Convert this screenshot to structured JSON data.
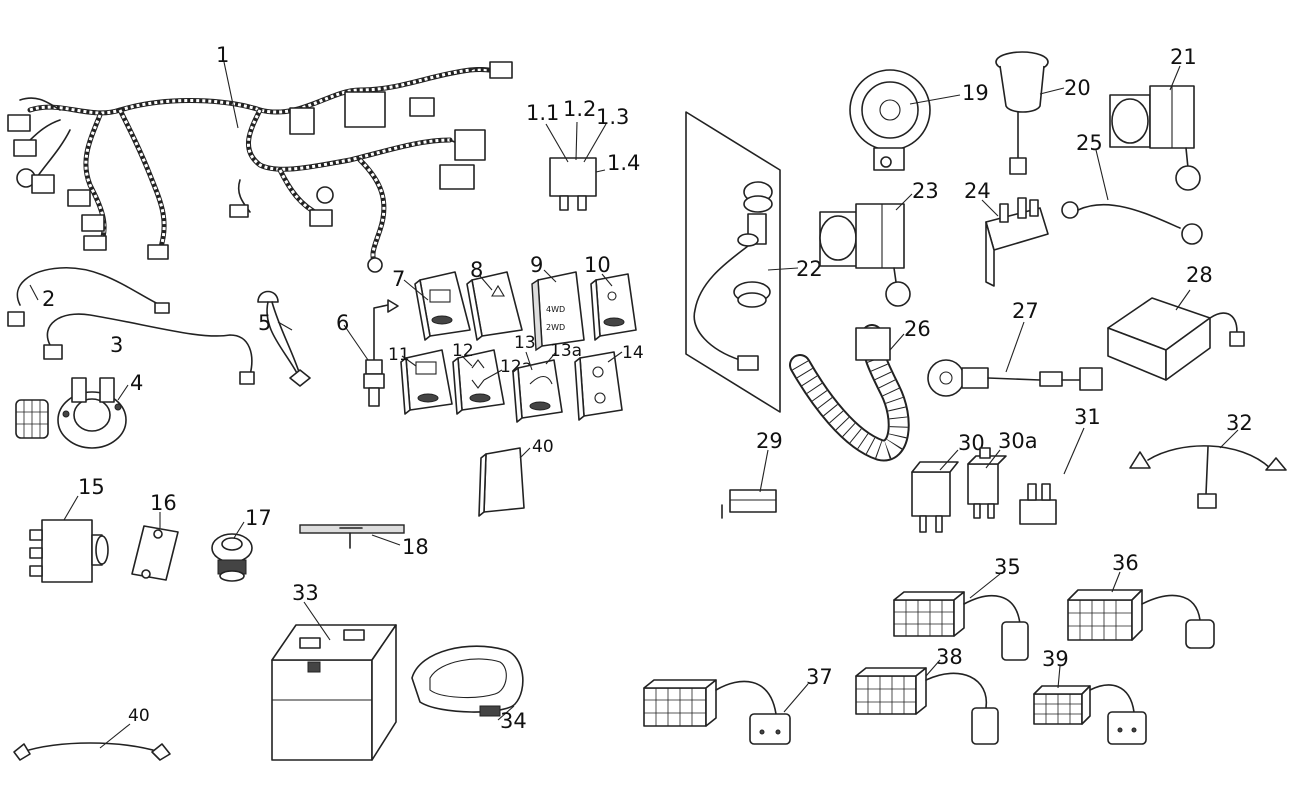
{
  "labels": {
    "p1": "1",
    "p1_1": "1.1",
    "p1_2": "1.2",
    "p1_3": "1.3",
    "p1_4": "1.4",
    "p2": "2",
    "p3": "3",
    "p4": "4",
    "p5": "5",
    "p6": "6",
    "p7": "7",
    "p8": "8",
    "p9": "9",
    "p10": "10",
    "p11": "11",
    "p12": "12",
    "p12a": "12a",
    "p13": "13",
    "p13a": "13a",
    "p14": "14",
    "p15": "15",
    "p16": "16",
    "p17": "17",
    "p18": "18",
    "p19": "19",
    "p20": "20",
    "p21": "21",
    "p22": "22",
    "p23": "23",
    "p24": "24",
    "p25": "25",
    "p26": "26",
    "p27": "27",
    "p28": "28",
    "p29": "29",
    "p30": "30",
    "p30a": "30a",
    "p31": "31",
    "p32": "32",
    "p33": "33",
    "p34": "34",
    "p35": "35",
    "p36": "36",
    "p37": "37",
    "p38": "38",
    "p39": "39",
    "p40a": "40",
    "p40b": "40"
  },
  "switch_text": {
    "line1": "4WD",
    "line2": "2WD"
  }
}
